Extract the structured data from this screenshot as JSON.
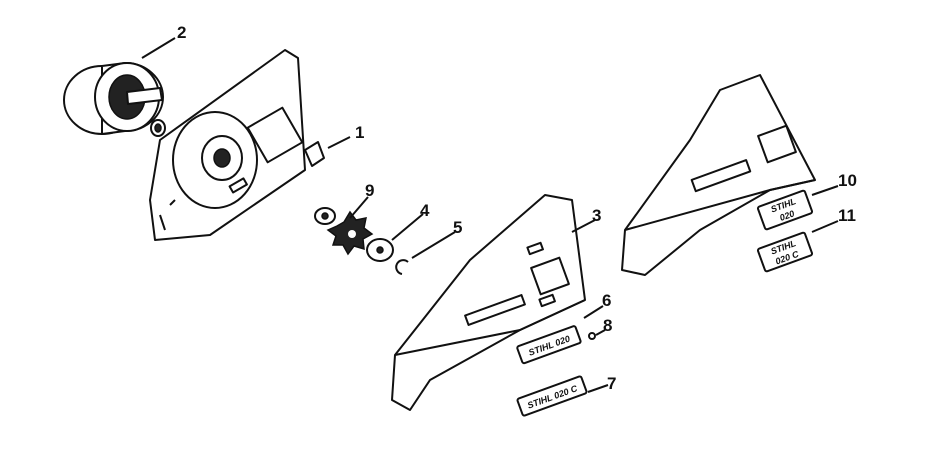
{
  "callouts": [
    "1",
    "2",
    "3",
    "4",
    "5",
    "6",
    "7",
    "8",
    "9",
    "10",
    "11"
  ],
  "decals": {
    "d6": "STIHL 020",
    "d7": "STIHL 020 C",
    "d10_line1": "STIHL",
    "d10_line2": "020",
    "d11_line1": "STIHL",
    "d11_line2": "020 C"
  }
}
